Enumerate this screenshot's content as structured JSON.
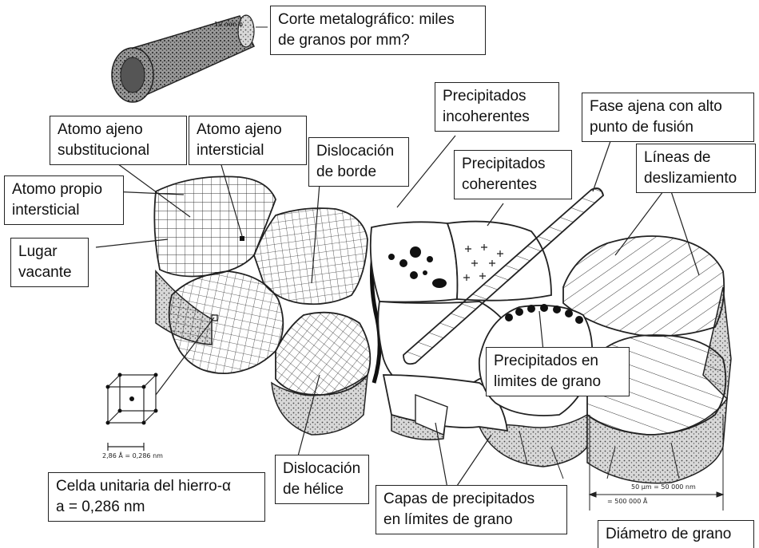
{
  "labels": {
    "corte": [
      "Corte metalográfico: miles",
      "de granos por mm?"
    ],
    "ajeno_subst": [
      "Atomo ajeno",
      "substitucional"
    ],
    "ajeno_inter": [
      "Atomo ajeno",
      "intersticial"
    ],
    "dislocacion_borde": [
      "Dislocación",
      "de borde"
    ],
    "precip_incoh": [
      "Precipitados",
      "incoherentes"
    ],
    "fase_ajena": [
      "Fase ajena con alto",
      "punto de fusión"
    ],
    "precip_coh": [
      "Precipitados",
      "coherentes"
    ],
    "lineas_desl": [
      "Líneas de",
      "deslizamiento"
    ],
    "propio_inter": [
      "Atomo propio",
      "intersticial"
    ],
    "lugar_vacante": [
      "Lugar",
      "vacante"
    ],
    "precip_limites": [
      "Precipitados en",
      "limites de grano"
    ],
    "dislocacion_helice": [
      "Dislocación",
      "de hélice"
    ],
    "celda": [
      "Celda unitaria del hierro-α",
      "a = 0,286 nm"
    ],
    "capas": [
      "Capas de precipitados",
      "en límites de grano"
    ],
    "diametro": [
      "Diámetro de grano"
    ]
  },
  "small_text": {
    "specimen_dim": "10 mm ϕ",
    "cell_dim": "2,86 Å = 0,286 nm",
    "scale_1": "50 μm = 50 000 nm",
    "scale_2": "= 500 000 Å"
  }
}
